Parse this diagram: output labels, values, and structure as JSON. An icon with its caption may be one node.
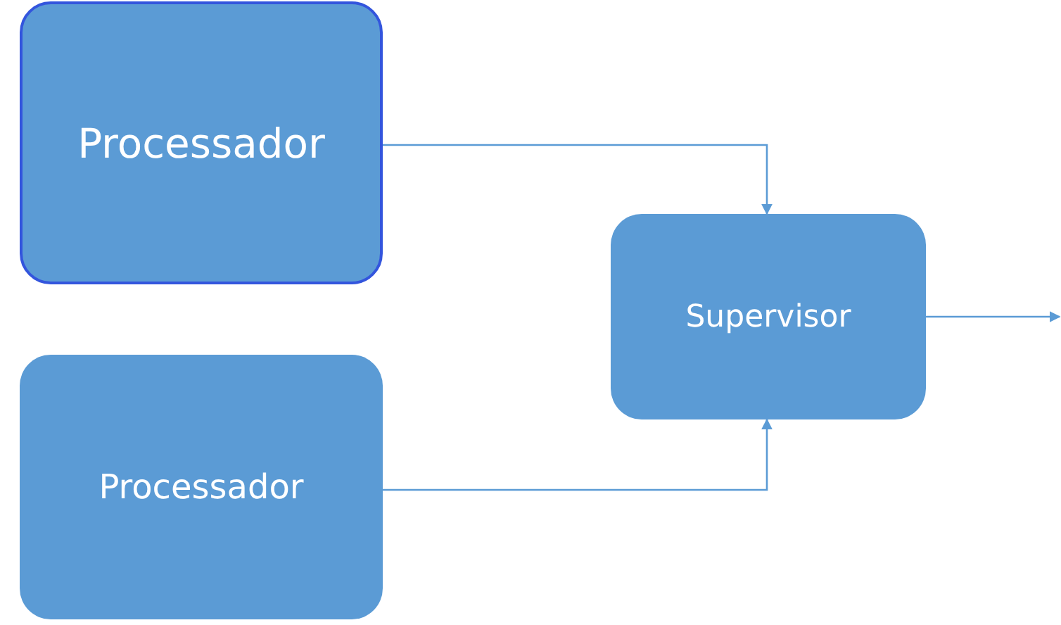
{
  "diagram": {
    "nodes": [
      {
        "text": [
          "Processador"
        ]
      },
      {
        "text": [
          "Processador"
        ]
      },
      {
        "text": [
          "Supervisor"
        ]
      }
    ],
    "edges": [
      {
        "from": 0,
        "to": 2,
        "arrow": "to"
      },
      {
        "from": 1,
        "to": 2,
        "arrow": "to"
      },
      {
        "from": 2,
        "to": null,
        "arrow": "to"
      }
    ]
  }
}
